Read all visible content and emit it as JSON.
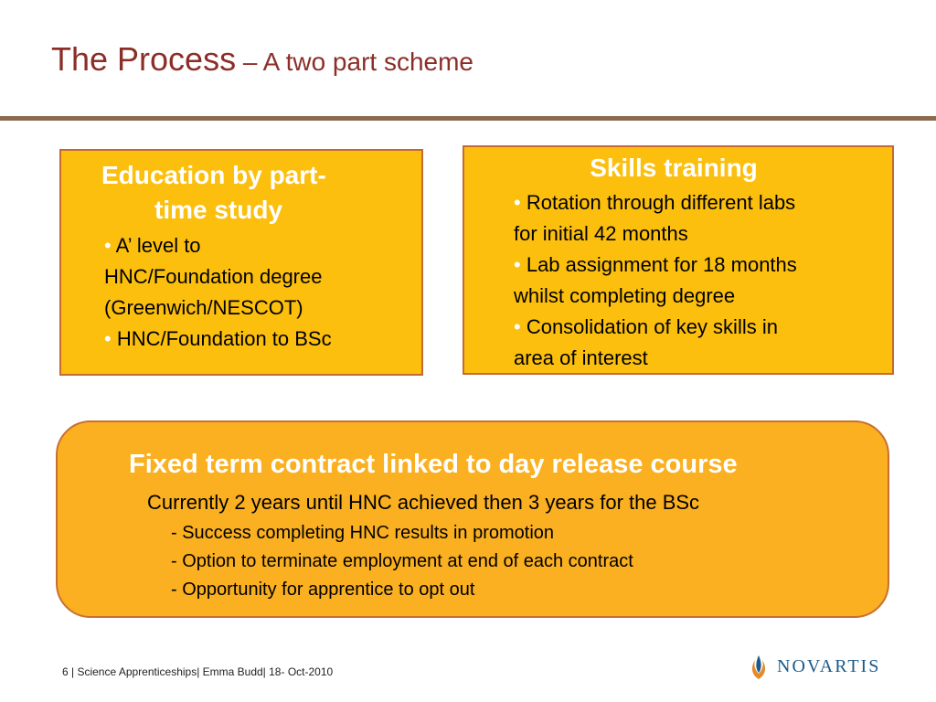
{
  "slide": {
    "title_main": "The Process",
    "title_sub": " – A two part scheme"
  },
  "left_box": {
    "heading_line1": "Education by part-",
    "heading_line2": "time study",
    "items": [
      [
        "A’ level to",
        "HNC/Foundation degree",
        "(Greenwich/NESCOT)"
      ],
      [
        "HNC/Foundation to BSc"
      ]
    ]
  },
  "right_box": {
    "heading": "Skills training",
    "items": [
      [
        "Rotation through different labs",
        "for initial 42 months"
      ],
      [
        "Lab assignment for 18 months",
        "whilst completing degree"
      ],
      [
        "Consolidation of key skills in",
        "area of interest"
      ]
    ]
  },
  "contract_box": {
    "heading": "Fixed term contract linked to day release course",
    "line": "Currently 2 years until HNC achieved then 3 years for the BSc",
    "subitems": [
      "- Success completing HNC results in promotion",
      "- Option to terminate employment at end of each contract",
      "- Opportunity for apprentice to opt out"
    ]
  },
  "footer": {
    "text": "6 | Science Apprenticeships| Emma Budd| 18- Oct-2010"
  },
  "logo": {
    "text": "NOVARTIS",
    "icon": "novartis-flame-icon"
  },
  "colors": {
    "title": "#8b2e28",
    "rule": "#8c6a4f",
    "box_fill": "#fcbf0e",
    "rounded_fill": "#fab020",
    "box_border": "#c46a32",
    "logo_blue": "#1b5a8a",
    "logo_orange": "#e6892a"
  }
}
